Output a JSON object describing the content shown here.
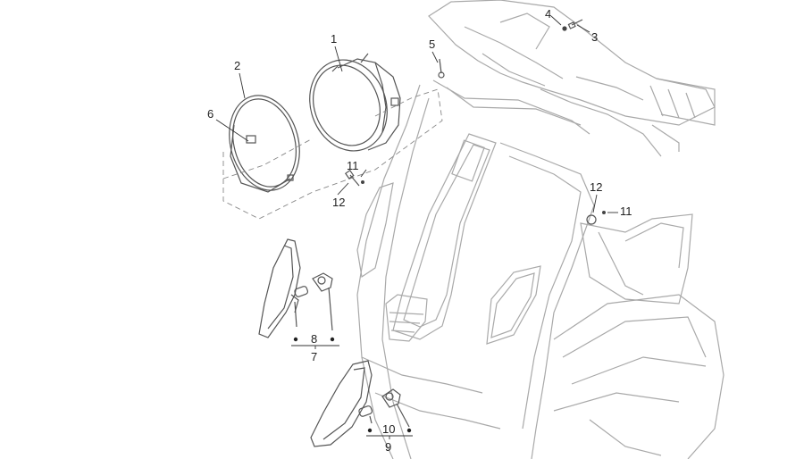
{
  "diagram": {
    "labels": {
      "p1": "1",
      "p2": "2",
      "p3": "3",
      "p4": "4",
      "p5": "5",
      "p6": "6",
      "p7": "7",
      "p8": "8",
      "p9": "9",
      "p10": "10",
      "p11a": "11",
      "p11b": "11",
      "p12a": "12",
      "p12b": "12"
    }
  }
}
